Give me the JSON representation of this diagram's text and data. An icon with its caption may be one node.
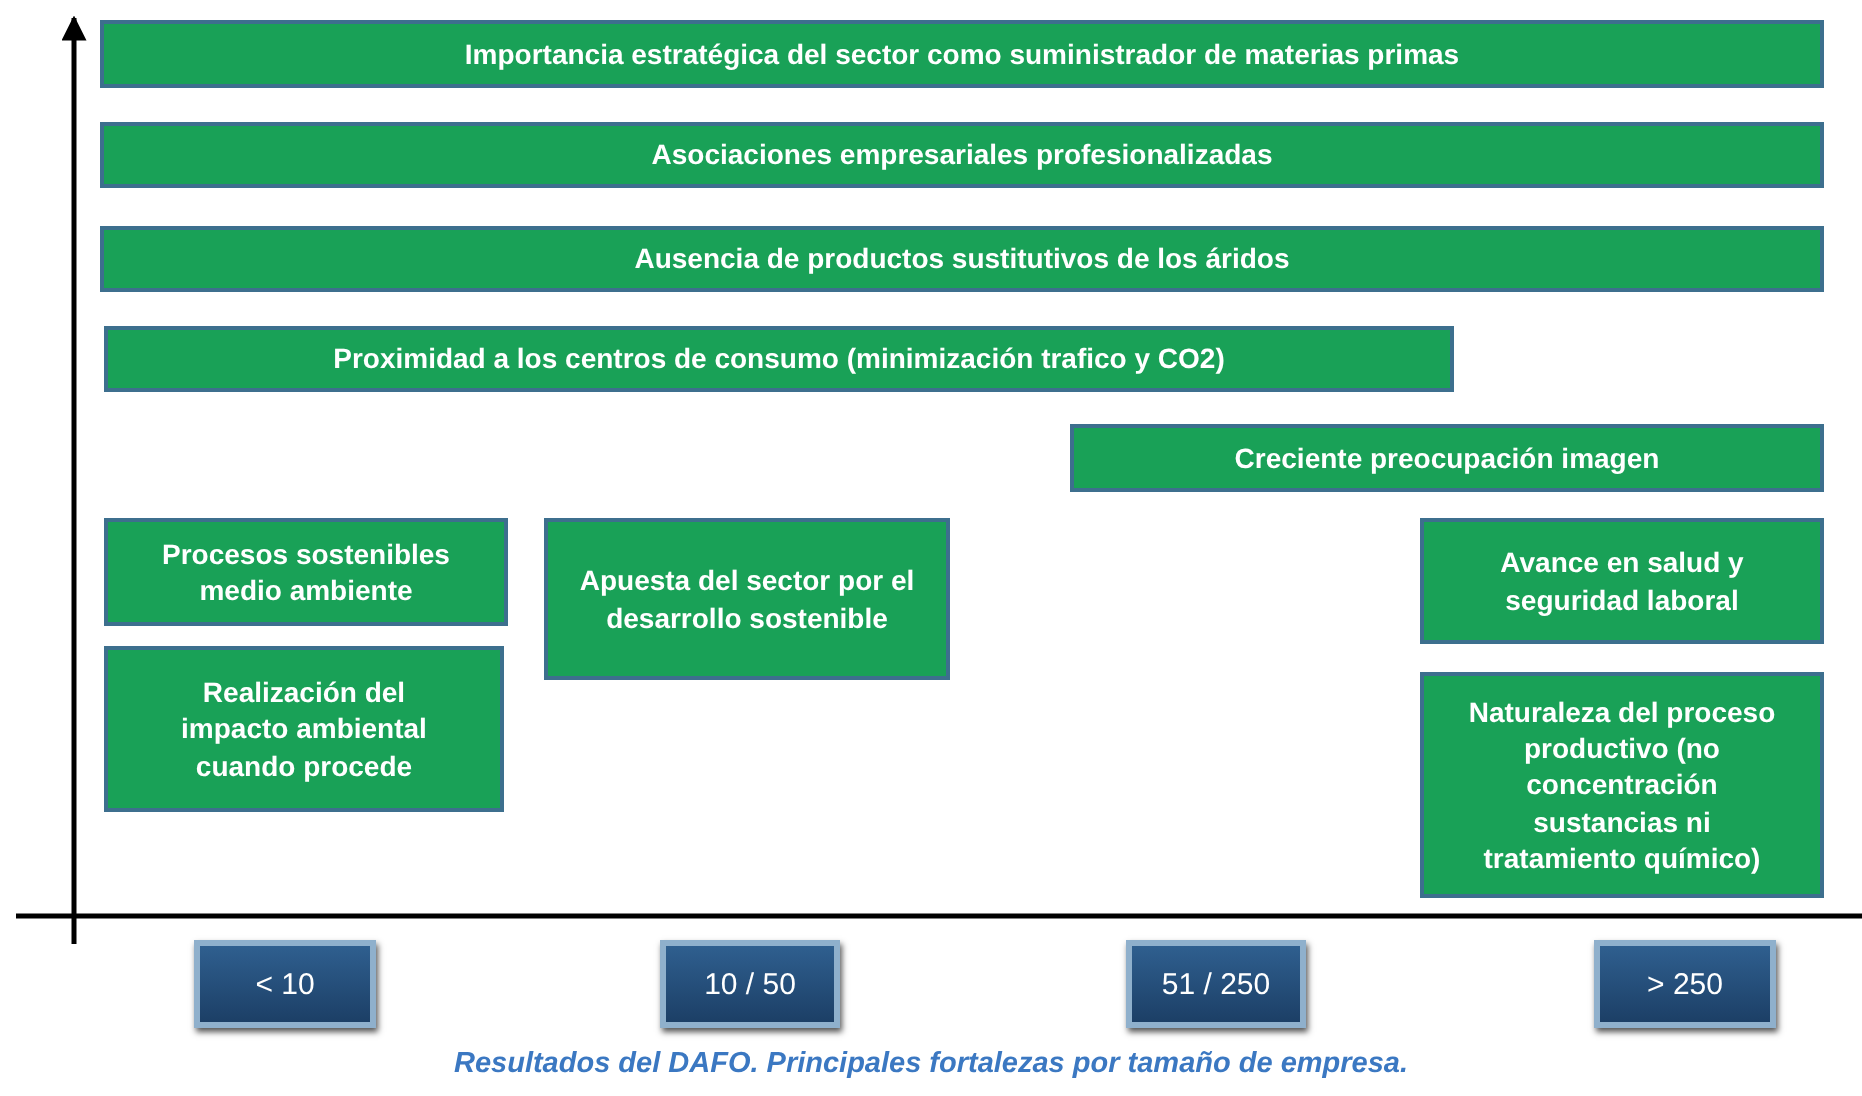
{
  "diagram": {
    "caption": "Resultados del DAFO. Principales fortalezas por tamaño de empresa.",
    "nodes": [
      {
        "text": [
          "Importancia estratégica del sector como suministrador de materias primas"
        ]
      },
      {
        "text": [
          "Asociaciones empresariales profesionalizadas"
        ]
      },
      {
        "text": [
          "Ausencia de productos sustitutivos de los áridos"
        ]
      },
      {
        "text": [
          "Proximidad a los centros de consumo (minimización trafico y CO2)"
        ]
      },
      {
        "text": [
          "Creciente preocupación imagen"
        ]
      },
      {
        "text": [
          "Procesos sostenibles medio ambiente"
        ]
      },
      {
        "text": [
          "Realización del impacto ambiental cuando procede"
        ]
      },
      {
        "text": [
          "Apuesta del sector por el desarrollo sostenible"
        ]
      },
      {
        "text": [
          "Avance en salud y seguridad laboral"
        ]
      },
      {
        "text": [
          "Naturaleza del proceso productivo (no concentración sustancias ni tratamiento químico)"
        ]
      },
      {
        "text": [
          "< 10"
        ]
      },
      {
        "text": [
          "10 / 50"
        ]
      },
      {
        "text": [
          "51 / 250"
        ]
      },
      {
        "text": [
          "> 250"
        ]
      }
    ]
  }
}
